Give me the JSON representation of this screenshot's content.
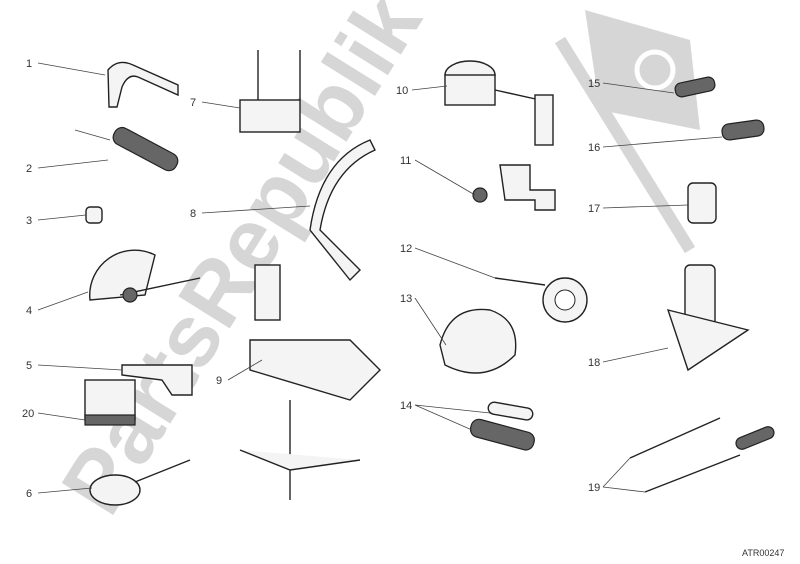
{
  "watermark": {
    "text": "PartsRepublik",
    "color": "#c9c9c9",
    "icon": "gear-flag-icon"
  },
  "diagram_code": "ATR00247",
  "callouts": [
    {
      "id": "1",
      "label": "1"
    },
    {
      "id": "2",
      "label": "2"
    },
    {
      "id": "3",
      "label": "3"
    },
    {
      "id": "4",
      "label": "4"
    },
    {
      "id": "5",
      "label": "5"
    },
    {
      "id": "20",
      "label": "20"
    },
    {
      "id": "6",
      "label": "6"
    },
    {
      "id": "7",
      "label": "7"
    },
    {
      "id": "8",
      "label": "8"
    },
    {
      "id": "9",
      "label": "9"
    },
    {
      "id": "10",
      "label": "10"
    },
    {
      "id": "11",
      "label": "11"
    },
    {
      "id": "12",
      "label": "12"
    },
    {
      "id": "13",
      "label": "13"
    },
    {
      "id": "14",
      "label": "14"
    },
    {
      "id": "15",
      "label": "15"
    },
    {
      "id": "16",
      "label": "16"
    },
    {
      "id": "17",
      "label": "17"
    },
    {
      "id": "18",
      "label": "18"
    },
    {
      "id": "19",
      "label": "19"
    }
  ]
}
